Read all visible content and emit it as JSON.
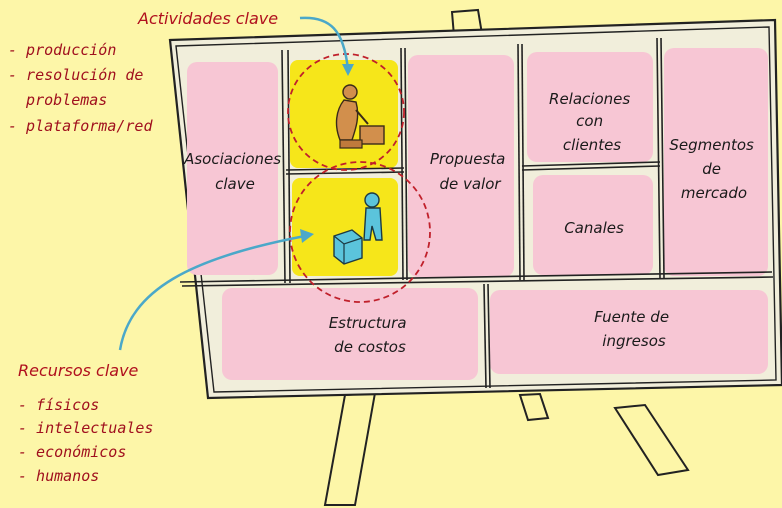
{
  "annotations": {
    "actividades_title": "Actividades clave",
    "actividades_items": [
      "- producción",
      "- resolución de",
      "  problemas",
      "- plataforma/red"
    ],
    "recursos_title": "Recursos clave",
    "recursos_items": [
      "- físicos",
      "- intelectuales",
      "- económicos",
      "- humanos"
    ]
  },
  "canvas": {
    "asociaciones": [
      "Asociaciones",
      "clave"
    ],
    "propuesta": [
      "Propuesta",
      "de valor"
    ],
    "relaciones": [
      "Relaciones",
      "con",
      "clientes"
    ],
    "canales": [
      "Canales"
    ],
    "segmentos": [
      "Segmentos",
      "de",
      "mercado"
    ],
    "estructura": [
      "Estructura",
      "de costos"
    ],
    "fuente": [
      "Fuente de",
      "ingresos"
    ]
  },
  "icons": [
    "worker-producing-icon",
    "resources-machine-icon"
  ],
  "colors": {
    "background": "#fdf6a8",
    "cell_pink": "#f7c6d4",
    "highlight_yellow": "#f6e61a",
    "annotation_red": "#a0101e",
    "arrow_blue": "#4ba8c9",
    "circle_red": "#c0202b"
  }
}
